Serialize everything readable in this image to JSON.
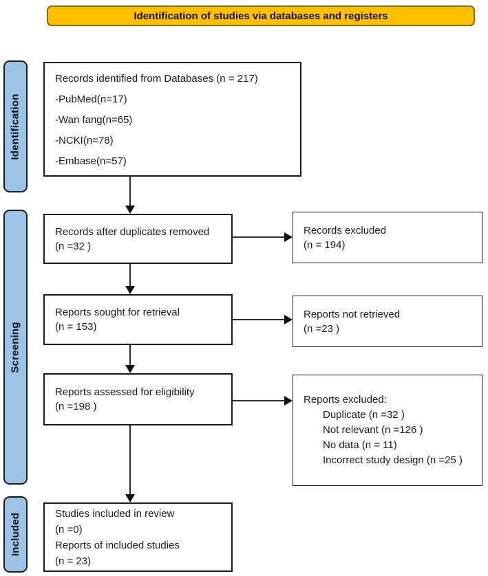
{
  "diagram_type": "PRISMA flow diagram",
  "header": {
    "label": "Identification of studies via databases and registers"
  },
  "stage_labels": {
    "identification": "Identification",
    "screening": "Screening",
    "included": "Included"
  },
  "colors": {
    "header_bg": "#FFC000",
    "stage_bg": "#9DC3E6",
    "box_bg": "#FFFFFF",
    "border": "#1A1A1A",
    "arrow": "#111111"
  },
  "boxes": {
    "records_identified": {
      "lines": [
        "Records identified from Databases (n = 217)",
        "-PubMed(n=17)",
        "-Wan fang(n=65)",
        "-NCKI(n=78)",
        "-Embase(n=57)"
      ]
    },
    "duplicates_removed": {
      "lines": [
        "Records after duplicates removed",
        "(n =32 )"
      ]
    },
    "records_excluded": {
      "lines": [
        "Records excluded",
        "(n = 194)"
      ]
    },
    "reports_sought": {
      "lines": [
        "Reports sought for retrieval",
        "(n = 153)"
      ]
    },
    "reports_not_retrieved": {
      "lines": [
        "Reports not retrieved",
        "(n =23 )"
      ]
    },
    "reports_assessed": {
      "lines": [
        "Reports assessed for eligibility",
        "(n =198 )"
      ]
    },
    "reports_excluded": {
      "title": "Reports excluded:",
      "reasons": [
        "Duplicate (n =32 )",
        "Not relevant (n =126 )",
        "No data (n = 11)",
        "Incorrect study design (n =25 )"
      ]
    },
    "studies_included": {
      "lines": [
        "Studies included in review",
        "(n =0)",
        "Reports of included studies",
        "(n = 23)"
      ]
    }
  }
}
